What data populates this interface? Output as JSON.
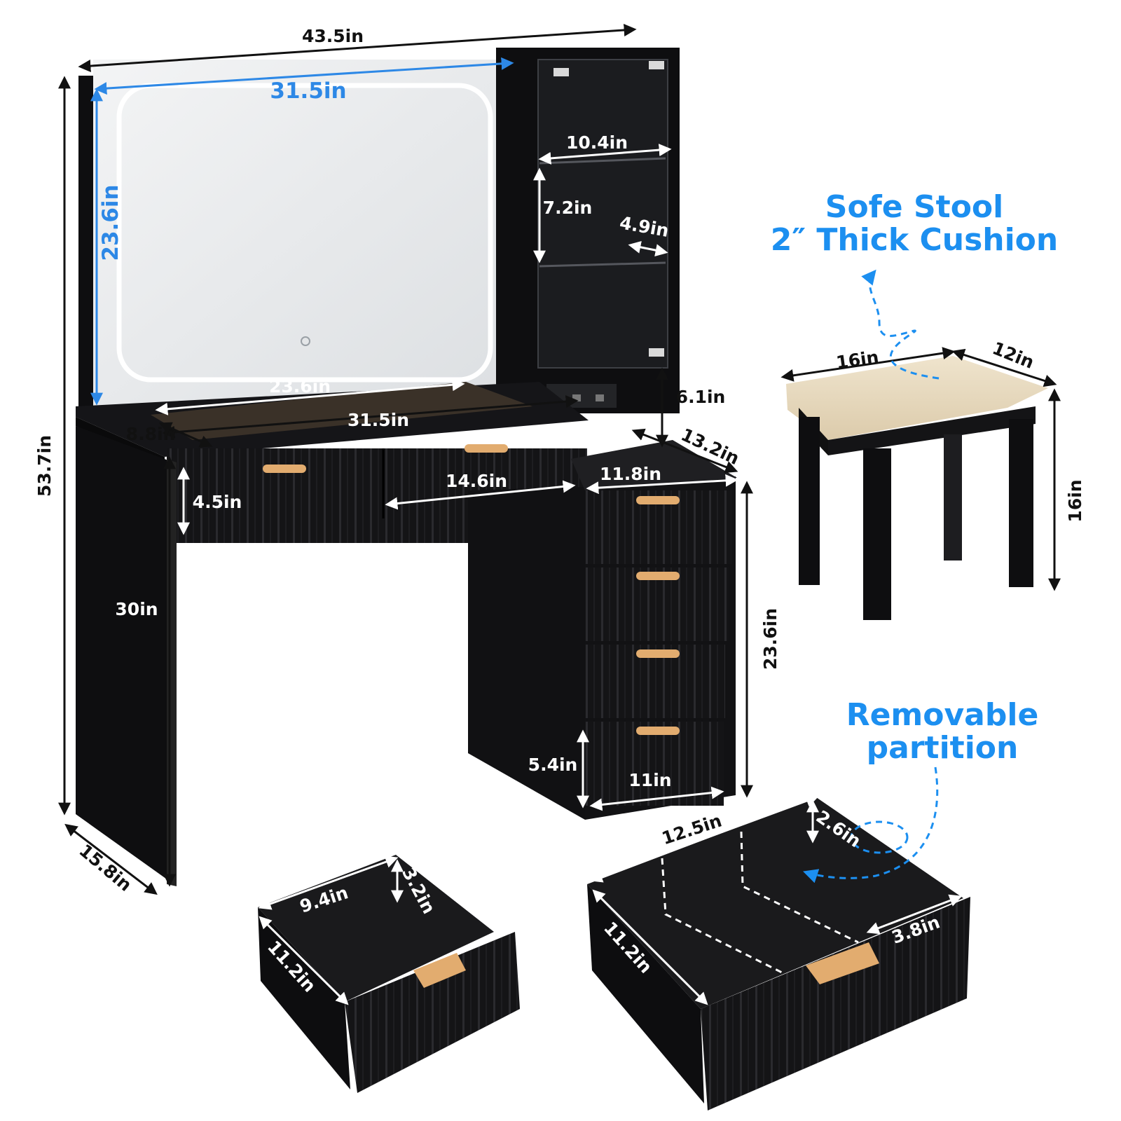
{
  "callouts": {
    "stool_line1": "Sofe Stool",
    "stool_line2": "2″ Thick Cushion",
    "partition_line1": "Removable",
    "partition_line2": "partition"
  },
  "dimensions": {
    "overall_width": "43.5in",
    "overall_height": "53.7in",
    "depth": "15.8in",
    "mirror_width": "31.5in",
    "mirror_height": "23.6in",
    "glass_top_width": "23.6in",
    "desktop_width": "31.5in",
    "desktop_depth": "8.8in",
    "top_drawer_height": "4.5in",
    "top_drawer_width": "14.6in",
    "leg_height": "30in",
    "cabinet_width": "10.4in",
    "shelf_height": "7.2in",
    "shelf_depth": "4.9in",
    "outlet_gap": "6.1in",
    "side_top_depth": "13.2in",
    "side_top_width": "11.8in",
    "side_cabinet_height": "23.6in",
    "bottom_drawer_height": "5.4in",
    "bottom_drawer_width": "11in",
    "small_drawer_width": "9.4in",
    "small_drawer_height": "3.2in",
    "small_drawer_depth": "11.2in",
    "large_drawer_width": "12.5in",
    "large_drawer_height": "2.6in",
    "large_drawer_depth": "11.2in",
    "partition_width": "3.8in",
    "stool_width": "16in",
    "stool_depth": "12in",
    "stool_height": "16in"
  },
  "colors": {
    "furniture": "#0e0e10",
    "handle": "#e2ac6f",
    "cushion": "#e9dcc3",
    "callout_blue": "#1c8ff0",
    "mirror_dim_blue": "#2d88e6"
  }
}
